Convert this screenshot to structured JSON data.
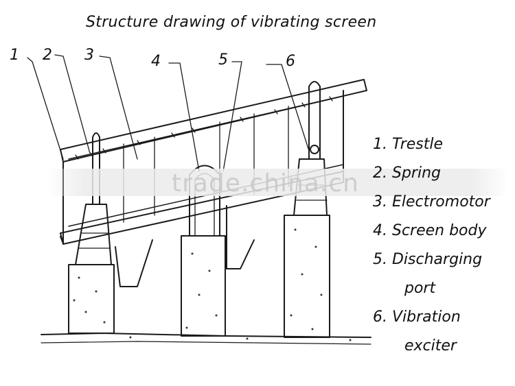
{
  "title": "Structure drawing of vibrating screen",
  "callouts": [
    "1",
    "2",
    "3",
    "4",
    "5",
    "6"
  ],
  "legend": {
    "items": [
      "1. Trestle",
      "2. Spring",
      "3. Electromotor",
      "4. Screen body",
      "5. Discharging",
      "port",
      "6. Vibration",
      "exciter"
    ]
  },
  "watermark": "trade.china.cn"
}
